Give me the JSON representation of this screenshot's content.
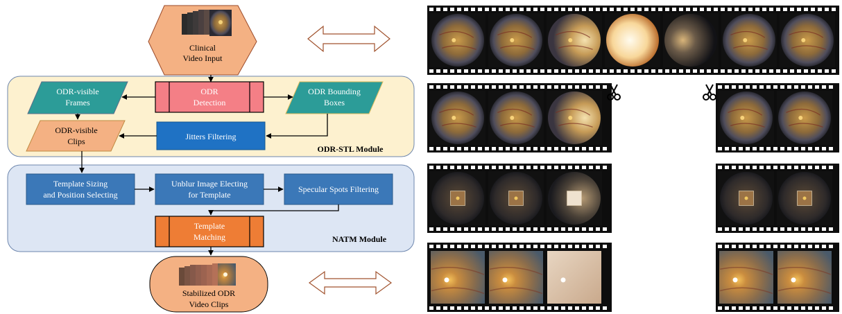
{
  "flow": {
    "input": {
      "line1": "Clinical",
      "line2": "Video Input"
    },
    "output": {
      "line1": "Stabilized ODR",
      "line2": "Video Clips"
    },
    "odr_stl": {
      "module_label": "ODR-STL Module",
      "detection": {
        "line1": "ODR",
        "line2": "Detection"
      },
      "visible_frames": {
        "line1": "ODR-visible",
        "line2": "Frames"
      },
      "bounding_boxes": {
        "line1": "ODR Bounding",
        "line2": "Boxes"
      },
      "visible_clips": {
        "line1": "ODR-visible",
        "line2": "Clips"
      },
      "jitters": {
        "line1": "Jitters Filtering"
      }
    },
    "natm": {
      "module_label": "NATM Module",
      "sizing": {
        "line1": "Template Sizing",
        "line2": "and Position Selecting"
      },
      "unblur": {
        "line1": "Unblur Image Electing",
        "line2": "for Template"
      },
      "specular": {
        "line1": "Specular Spots Filtering"
      },
      "matching": {
        "line1": "Template",
        "line2": "Matching"
      }
    }
  },
  "filmstrips": {
    "strip1": [
      "retina",
      "retina",
      "retina-bright-right",
      "overexposed",
      "retina-dark",
      "retina",
      "retina"
    ],
    "strip2_left": [
      "retina",
      "retina",
      "retina-bright-right"
    ],
    "strip2_right": [
      "retina",
      "retina"
    ],
    "strip3_left": [
      "retina-box",
      "retina-box",
      "retina-box-bright"
    ],
    "strip3_right": [
      "retina-box",
      "retina-box"
    ],
    "strip4_left": [
      "zoom-disc",
      "zoom-disc",
      "zoom-pale"
    ],
    "strip4_right": [
      "zoom-disc",
      "zoom-disc"
    ]
  },
  "icons": [
    "double-arrow-icon",
    "scissors-icon"
  ],
  "colors": {
    "odr_stl_bg": "#fdf1cf",
    "natm_bg": "#dde6f4",
    "detection": "#f47f86",
    "teal": "#2c9c98",
    "salmon": "#f4b183",
    "blue_box": "#1f72c4",
    "steel_box": "#3b78b8",
    "orange_box": "#ee7d35"
  }
}
